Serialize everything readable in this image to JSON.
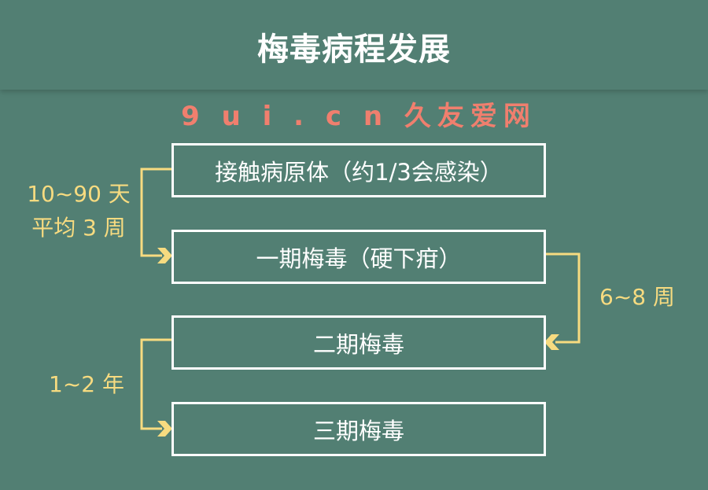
{
  "title": "梅毒病程发展",
  "stages": [
    {
      "label": "接触病原体（约1/3会感染）"
    },
    {
      "label": "一期梅毒（硬下疳）"
    },
    {
      "label": "二期梅毒"
    },
    {
      "label": "三期梅毒"
    }
  ],
  "intervals": {
    "first_line1": "10~90 天",
    "first_line2": "平均 3 周",
    "second": "6~8 周",
    "third": "1~2 年"
  },
  "watermark": "9 u i . c n 久友爱网",
  "colors": {
    "background": "#527f73",
    "connector": "#f7db80",
    "box_border": "#ffffff",
    "watermark": "#f07f6e"
  }
}
